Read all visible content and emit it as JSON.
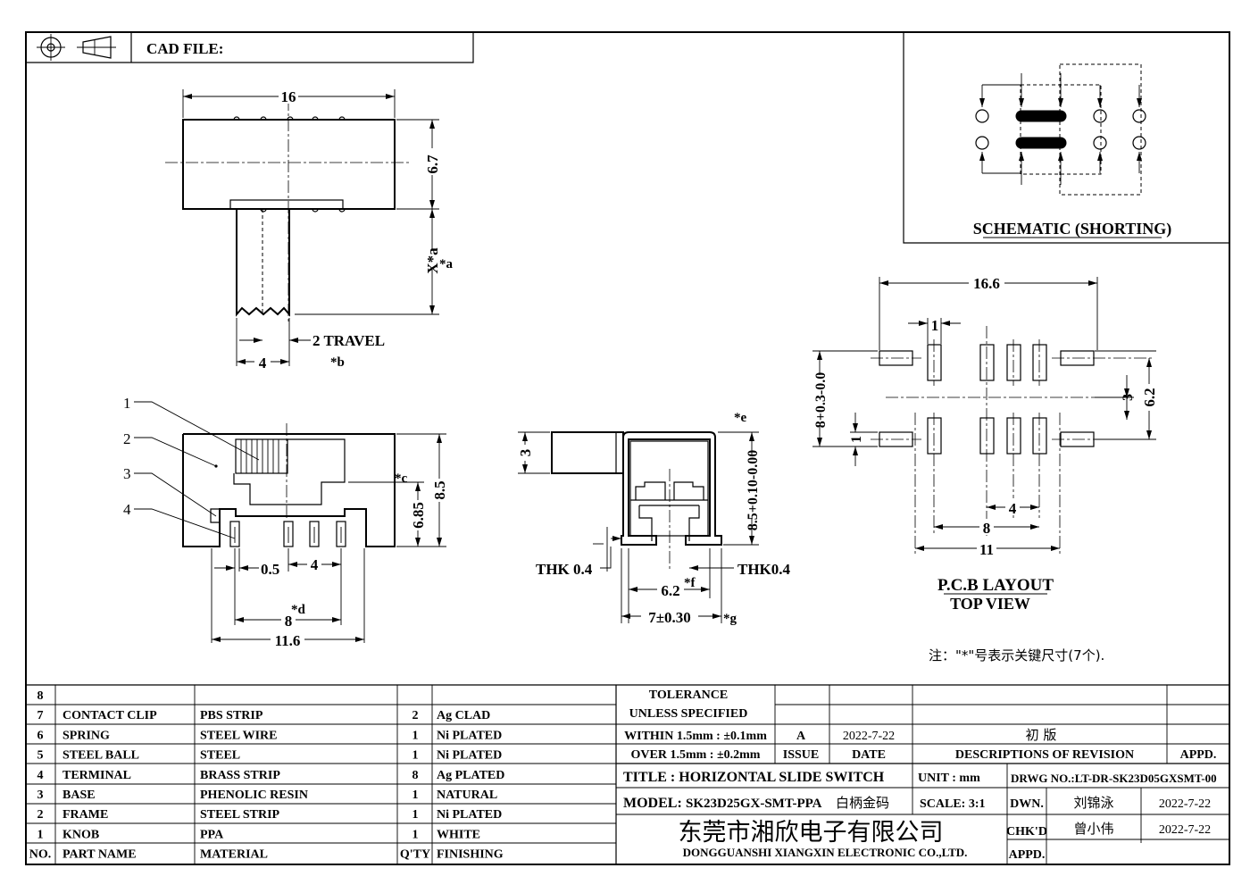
{
  "header": {
    "cad_label": "CAD FILE:"
  },
  "top_view": {
    "width": "16",
    "height": "6.7",
    "x_label": "X*a",
    "travel": "2 TRAVEL",
    "travel_mark": "*b",
    "knob_width": "4"
  },
  "side_view": {
    "callouts": [
      "1",
      "2",
      "3",
      "4"
    ],
    "h_685": "6.85",
    "h_85": "8.5",
    "mark_c": "*c",
    "d_05": "0.5",
    "d_4": "4",
    "d_8": "8",
    "mark_d": "*d",
    "d_116": "11.6"
  },
  "end_view": {
    "h_3": "3",
    "mark_e": "*e",
    "h_85tol": "8.5+0.10-0.00",
    "thk_left": "THK 0.4",
    "thk_right": "THK0.4",
    "d_62": "6.2",
    "mark_f": "*f",
    "d_7": "7±0.30",
    "mark_g": "*g"
  },
  "schematic": {
    "title": "SCHEMATIC (SHORTING)"
  },
  "pcb": {
    "width": "16.6",
    "pad_1_top": "1",
    "pad_1_left": "1",
    "h_8": "8+0.3-0.0",
    "h_3": "3",
    "h_62": "6.2",
    "d_4": "4",
    "d_8": "8",
    "d_11": "11",
    "title": "P.C.B LAYOUT",
    "subtitle": "TOP VIEW"
  },
  "note": "注：\"*\"号表示关键尺寸(7个).",
  "bom": {
    "header": {
      "no": "NO.",
      "part": "PART    NAME",
      "material": "MATERIAL",
      "qty": "Q'TY",
      "finish": "FINISHING"
    },
    "rows": [
      {
        "no": "8",
        "part": "",
        "material": "",
        "qty": "",
        "finish": ""
      },
      {
        "no": "7",
        "part": "CONTACT CLIP",
        "material": "PBS STRIP",
        "qty": "2",
        "finish": "Ag CLAD"
      },
      {
        "no": "6",
        "part": "SPRING",
        "material": "STEEL WIRE",
        "qty": "1",
        "finish": "Ni PLATED"
      },
      {
        "no": "5",
        "part": "STEEL BALL",
        "material": "STEEL",
        "qty": "1",
        "finish": "Ni PLATED"
      },
      {
        "no": "4",
        "part": "TERMINAL",
        "material": "BRASS STRIP",
        "qty": "8",
        "finish": "Ag PLATED"
      },
      {
        "no": "3",
        "part": "BASE",
        "material": "PHENOLIC RESIN",
        "qty": "1",
        "finish": "NATURAL"
      },
      {
        "no": "2",
        "part": "FRAME",
        "material": "STEEL STRIP",
        "qty": "1",
        "finish": "Ni PLATED"
      },
      {
        "no": "1",
        "part": "KNOB",
        "material": "PPA",
        "qty": "1",
        "finish": "WHITE"
      }
    ]
  },
  "title_block": {
    "tolerance_1": "TOLERANCE",
    "tolerance_2": "UNLESS   SPECIFIED",
    "within": "WITHIN 1.5mm : ±0.1mm",
    "over": "OVER 1.5mm : ±0.2mm",
    "issue_val": "A",
    "date_val": "2022-7-22",
    "revision_desc": "初  版",
    "issue": "ISSUE",
    "date": "DATE",
    "descriptions": "DESCRIPTIONS OF REVISION",
    "appd": "APPD.",
    "title": "TITLE :  HORIZONTAL SLIDE SWITCH",
    "unit": "UNIT :  mm",
    "drwg_no": "DRWG NO.:LT-DR-SK23D05GXSMT-00",
    "model_label": "MODEL:",
    "model": "SK23D25GX-SMT-PPA",
    "model_note": "白柄金码",
    "scale": "SCALE:  3:1",
    "dwn": "DWN.",
    "dwn_name": "刘锦泳",
    "dwn_date": "2022-7-22",
    "chkd": "CHK'D",
    "chkd_name": "曾小伟",
    "chkd_date": "2022-7-22",
    "appd2": "APPD.",
    "company_cn": "东莞市湘欣电子有限公司",
    "company_en": "DONGGUANSHI XIANGXIN ELECTRONIC CO.,LTD."
  }
}
